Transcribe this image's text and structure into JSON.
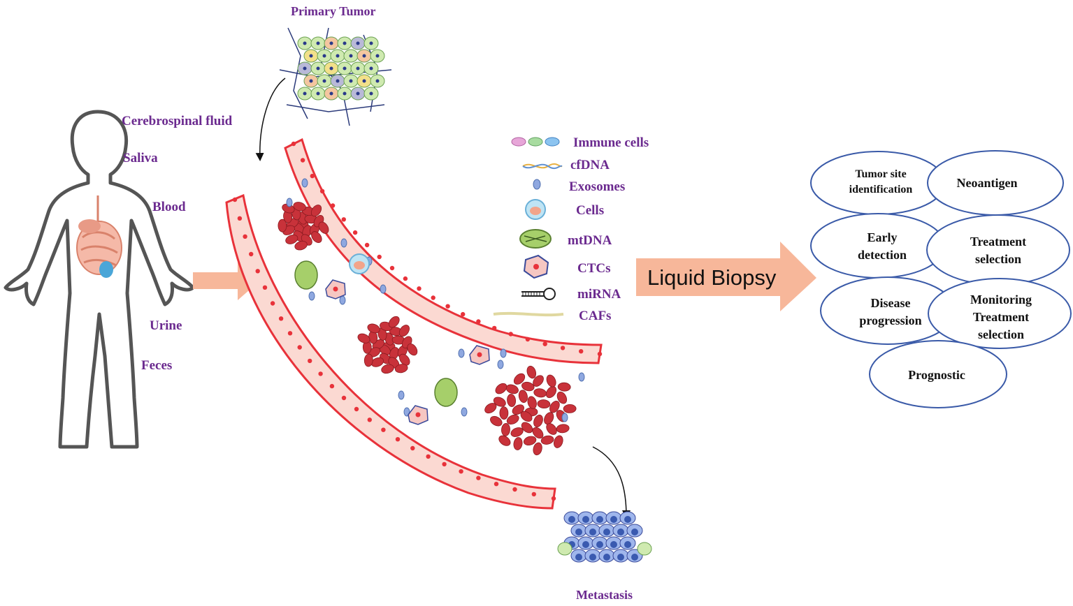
{
  "primary_tumor_label": "Primary Tumor",
  "metastasis_label": "Metastasis",
  "body_fluids": [
    "Cerebrospinal fluid",
    "Saliva",
    "Blood",
    "Urine",
    "Feces"
  ],
  "legend": [
    {
      "label": "Immune cells",
      "icon": "immune-cells-icon"
    },
    {
      "label": "cfDNA",
      "icon": "cfdna-icon"
    },
    {
      "label": "Exosomes",
      "icon": "exosome-icon"
    },
    {
      "label": "Cells",
      "icon": "cell-icon"
    },
    {
      "label": "mtDNA",
      "icon": "mtdna-icon"
    },
    {
      "label": "CTCs",
      "icon": "ctc-icon"
    },
    {
      "label": "miRNA",
      "icon": "mirna-icon"
    },
    {
      "label": "CAFs",
      "icon": "caf-icon"
    }
  ],
  "center_arrow_label": "Liquid Biopsy",
  "applications": [
    {
      "lines": [
        "Tumor site",
        "identification"
      ]
    },
    {
      "lines": [
        "Neoantigen"
      ]
    },
    {
      "lines": [
        "Early",
        "detection"
      ]
    },
    {
      "lines": [
        "Treatment",
        "selection"
      ]
    },
    {
      "lines": [
        "Disease",
        "progression"
      ]
    },
    {
      "lines": [
        "Monitoring",
        "Treatment",
        "selection"
      ]
    },
    {
      "lines": [
        "Prognostic"
      ]
    }
  ],
  "colors": {
    "label_purple": "#6b2a8f",
    "vessel_red": "#e8323a",
    "vessel_fill": "#fbd9d2",
    "arrow_peach": "#f7b79a",
    "ellipse_stroke": "#3a5aa8"
  }
}
